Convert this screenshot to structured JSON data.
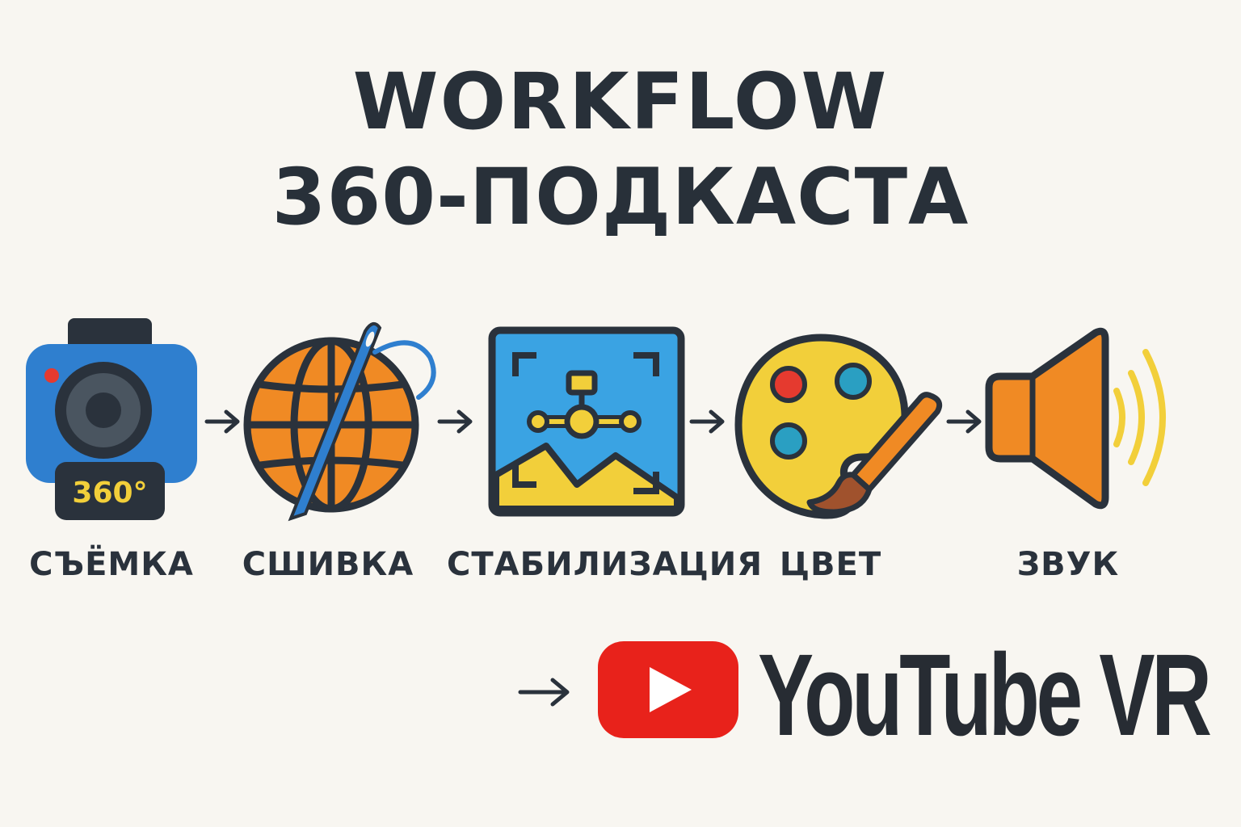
{
  "title": {
    "line1": "WORKFLOW",
    "line2": "360-ПОДКАСТА"
  },
  "steps": [
    {
      "label": "СЪЁМКА",
      "icon": "camera-360-icon",
      "badge": "360°"
    },
    {
      "label": "СШИВКА",
      "icon": "globe-needle-icon"
    },
    {
      "label": "СТАБИЛИЗАЦИЯ",
      "icon": "stabilization-frame-icon"
    },
    {
      "label": "ЦВЕТ",
      "icon": "palette-brush-icon"
    },
    {
      "label": "ЗВУК",
      "icon": "speaker-icon"
    }
  ],
  "destination": {
    "label": "YouTube VR",
    "icon": "youtube-play-icon"
  },
  "colors": {
    "background": "#f8f6f1",
    "outline": "#2a323c",
    "blue": "#2f7fcf",
    "sky": "#3aa3e3",
    "orange": "#f08a24",
    "yellow": "#f2cf3a",
    "red": "#e53a2f",
    "teal": "#2a9fc2",
    "youtube_red": "#e8221b"
  }
}
